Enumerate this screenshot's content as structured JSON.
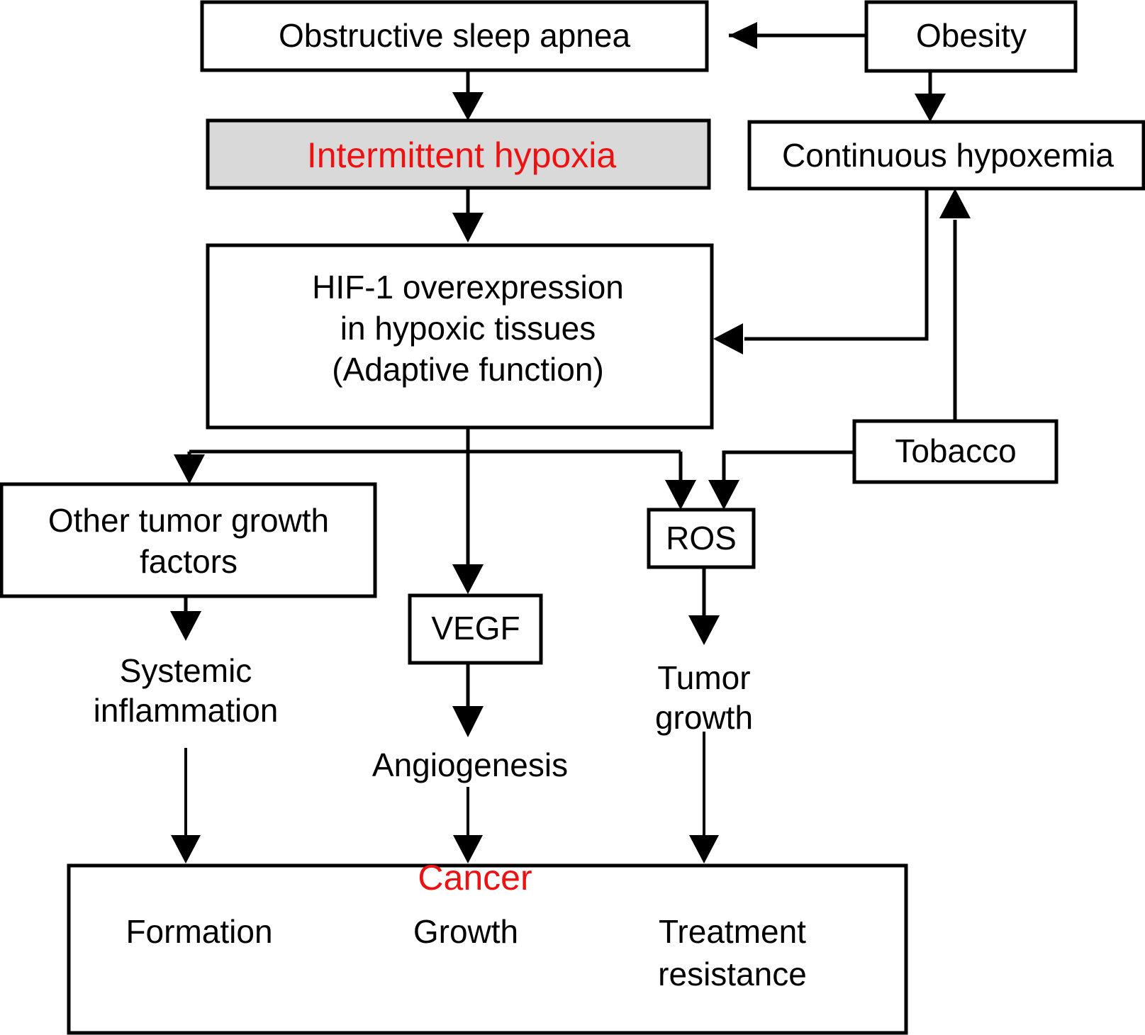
{
  "diagram": {
    "title": "Obstructive sleep apnea to cancer pathway flowchart",
    "accent_red": "#ee1111",
    "highlight_fill": "#d9d9d9",
    "line_color": "#000000",
    "background": "#ffffff"
  },
  "nodes": {
    "osa": {
      "label": "Obstructive sleep apnea"
    },
    "obesity": {
      "label": "Obesity"
    },
    "intermittent_hypoxia": {
      "label": "Intermittent hypoxia"
    },
    "continuous_hypoxemia": {
      "label": "Continuous hypoxemia"
    },
    "hif1": {
      "line1": "HIF-1 overexpression",
      "line2": "in hypoxic tissues",
      "line3": "(Adaptive function)"
    },
    "tobacco": {
      "label": "Tobacco"
    },
    "other_growth_factors": {
      "line1": "Other tumor growth",
      "line2": "factors"
    },
    "ros": {
      "label": "ROS"
    },
    "vegf": {
      "label": "VEGF"
    },
    "systemic_inflammation": {
      "line1": "Systemic",
      "line2": "inflammation"
    },
    "tumor_growth": {
      "line1": "Tumor",
      "line2": "growth"
    },
    "angiogenesis": {
      "label": "Angiogenesis"
    },
    "cancer": {
      "title": "Cancer",
      "outcomes": [
        {
          "line1": "Formation",
          "line2": ""
        },
        {
          "line1": "Growth",
          "line2": ""
        },
        {
          "line1": "Treatment",
          "line2": "resistance"
        }
      ]
    }
  },
  "edges": [
    {
      "from": "obesity",
      "to": "osa"
    },
    {
      "from": "osa",
      "to": "intermittent_hypoxia"
    },
    {
      "from": "obesity",
      "to": "continuous_hypoxemia"
    },
    {
      "from": "intermittent_hypoxia",
      "to": "hif1"
    },
    {
      "from": "continuous_hypoxemia",
      "to": "hif1"
    },
    {
      "from": "tobacco",
      "to": "continuous_hypoxemia"
    },
    {
      "from": "hif1",
      "to": "other_growth_factors"
    },
    {
      "from": "hif1",
      "to": "vegf"
    },
    {
      "from": "hif1",
      "to": "ros"
    },
    {
      "from": "tobacco",
      "to": "ros"
    },
    {
      "from": "other_growth_factors",
      "to": "systemic_inflammation"
    },
    {
      "from": "vegf",
      "to": "angiogenesis"
    },
    {
      "from": "ros",
      "to": "tumor_growth"
    },
    {
      "from": "systemic_inflammation",
      "to": "cancer"
    },
    {
      "from": "angiogenesis",
      "to": "cancer"
    },
    {
      "from": "tumor_growth",
      "to": "cancer"
    }
  ]
}
